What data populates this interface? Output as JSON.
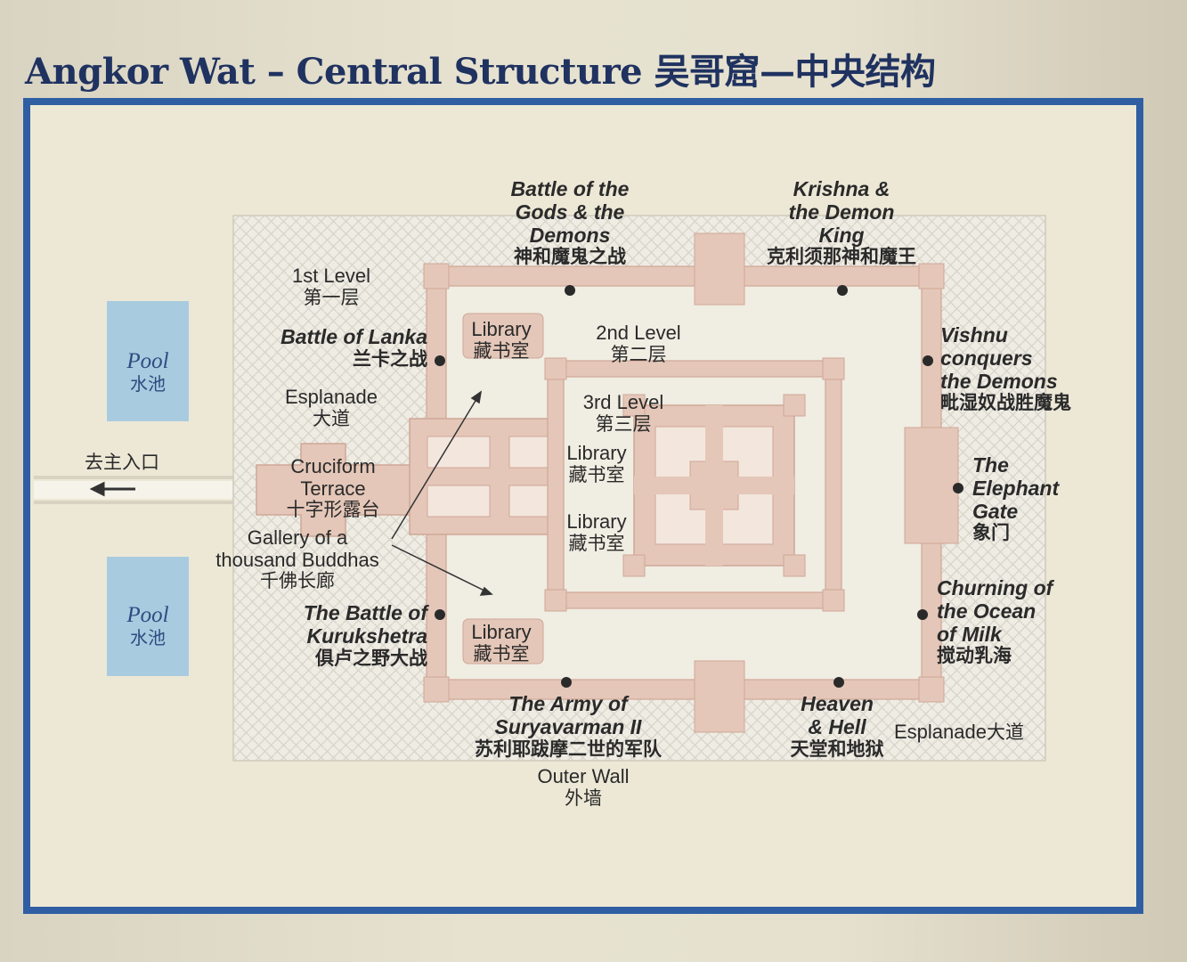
{
  "title": "Angkor Wat – Central Structure 吴哥窟—中央结构",
  "labels": {
    "pool_top": {
      "en": "Pool",
      "zh": "水池"
    },
    "pool_bottom": {
      "en": "Pool",
      "zh": "水池"
    },
    "main_entrance": {
      "zh": "去主入口"
    },
    "level1": {
      "en": "1st Level",
      "zh": "第一层"
    },
    "battle_lanka": {
      "en": "Battle of Lanka",
      "zh": "兰卡之战"
    },
    "esplanade_left": {
      "en": "Esplanade",
      "zh": "大道"
    },
    "cruciform": {
      "en": "Cruciform Terrace",
      "zh": "十字形露台"
    },
    "gallery_a": {
      "en": "Gallery of a",
      "en2": "thousand Buddhas",
      "zh": "千佛长廊"
    },
    "kurukshetra": {
      "en": "The Battle of",
      "en2": "Kurukshetra",
      "zh": "俱卢之野大战"
    },
    "battle_gods": {
      "en": "Battle of the",
      "en2": "Gods & the",
      "en3": "Demons",
      "zh": "神和魔鬼之战"
    },
    "krishna": {
      "en": "Krishna &",
      "en2": "the Demon",
      "en3": "King",
      "zh": "克利须那神和魔王"
    },
    "library_nw": {
      "en": "Library",
      "zh": "藏书室"
    },
    "level2": {
      "en": "2nd Level",
      "zh": "第二层"
    },
    "level3": {
      "en": "3rd Level",
      "zh": "第三层"
    },
    "library_mid1": {
      "en": "Library",
      "zh": "藏书室"
    },
    "library_mid2": {
      "en": "Library",
      "zh": "藏书室"
    },
    "library_sw": {
      "en": "Library",
      "zh": "藏书室"
    },
    "vishnu": {
      "en": "Vishnu",
      "en2": "conquers",
      "en3": "the Demons",
      "zh": "毗湿奴战胜魔鬼"
    },
    "elephant": {
      "en": "The",
      "en2": "Elephant",
      "en3": "Gate",
      "zh": "象门"
    },
    "churning": {
      "en": "Churning of",
      "en2": "the Ocean",
      "en3": "of Milk",
      "zh": "搅动乳海"
    },
    "army": {
      "en": "The Army of",
      "en2": "Suryavarman II",
      "zh": "苏利耶跋摩二世的军队"
    },
    "heaven": {
      "en": "Heaven",
      "en2": "& Hell",
      "zh": "天堂和地狱"
    },
    "esplanade_right": {
      "en": "Esplanade",
      "zh": "大道"
    },
    "outer_wall": {
      "en": "Outer Wall",
      "zh": "外墙"
    }
  },
  "colors": {
    "frame": "#2f5ea3",
    "title": "#1f3260",
    "pool": "#a9cbe0",
    "gallery": "#e4c7b8",
    "gallery_edge": "#cfa797",
    "courtyard": "#f0ede2",
    "stone": "#ece9e0"
  }
}
